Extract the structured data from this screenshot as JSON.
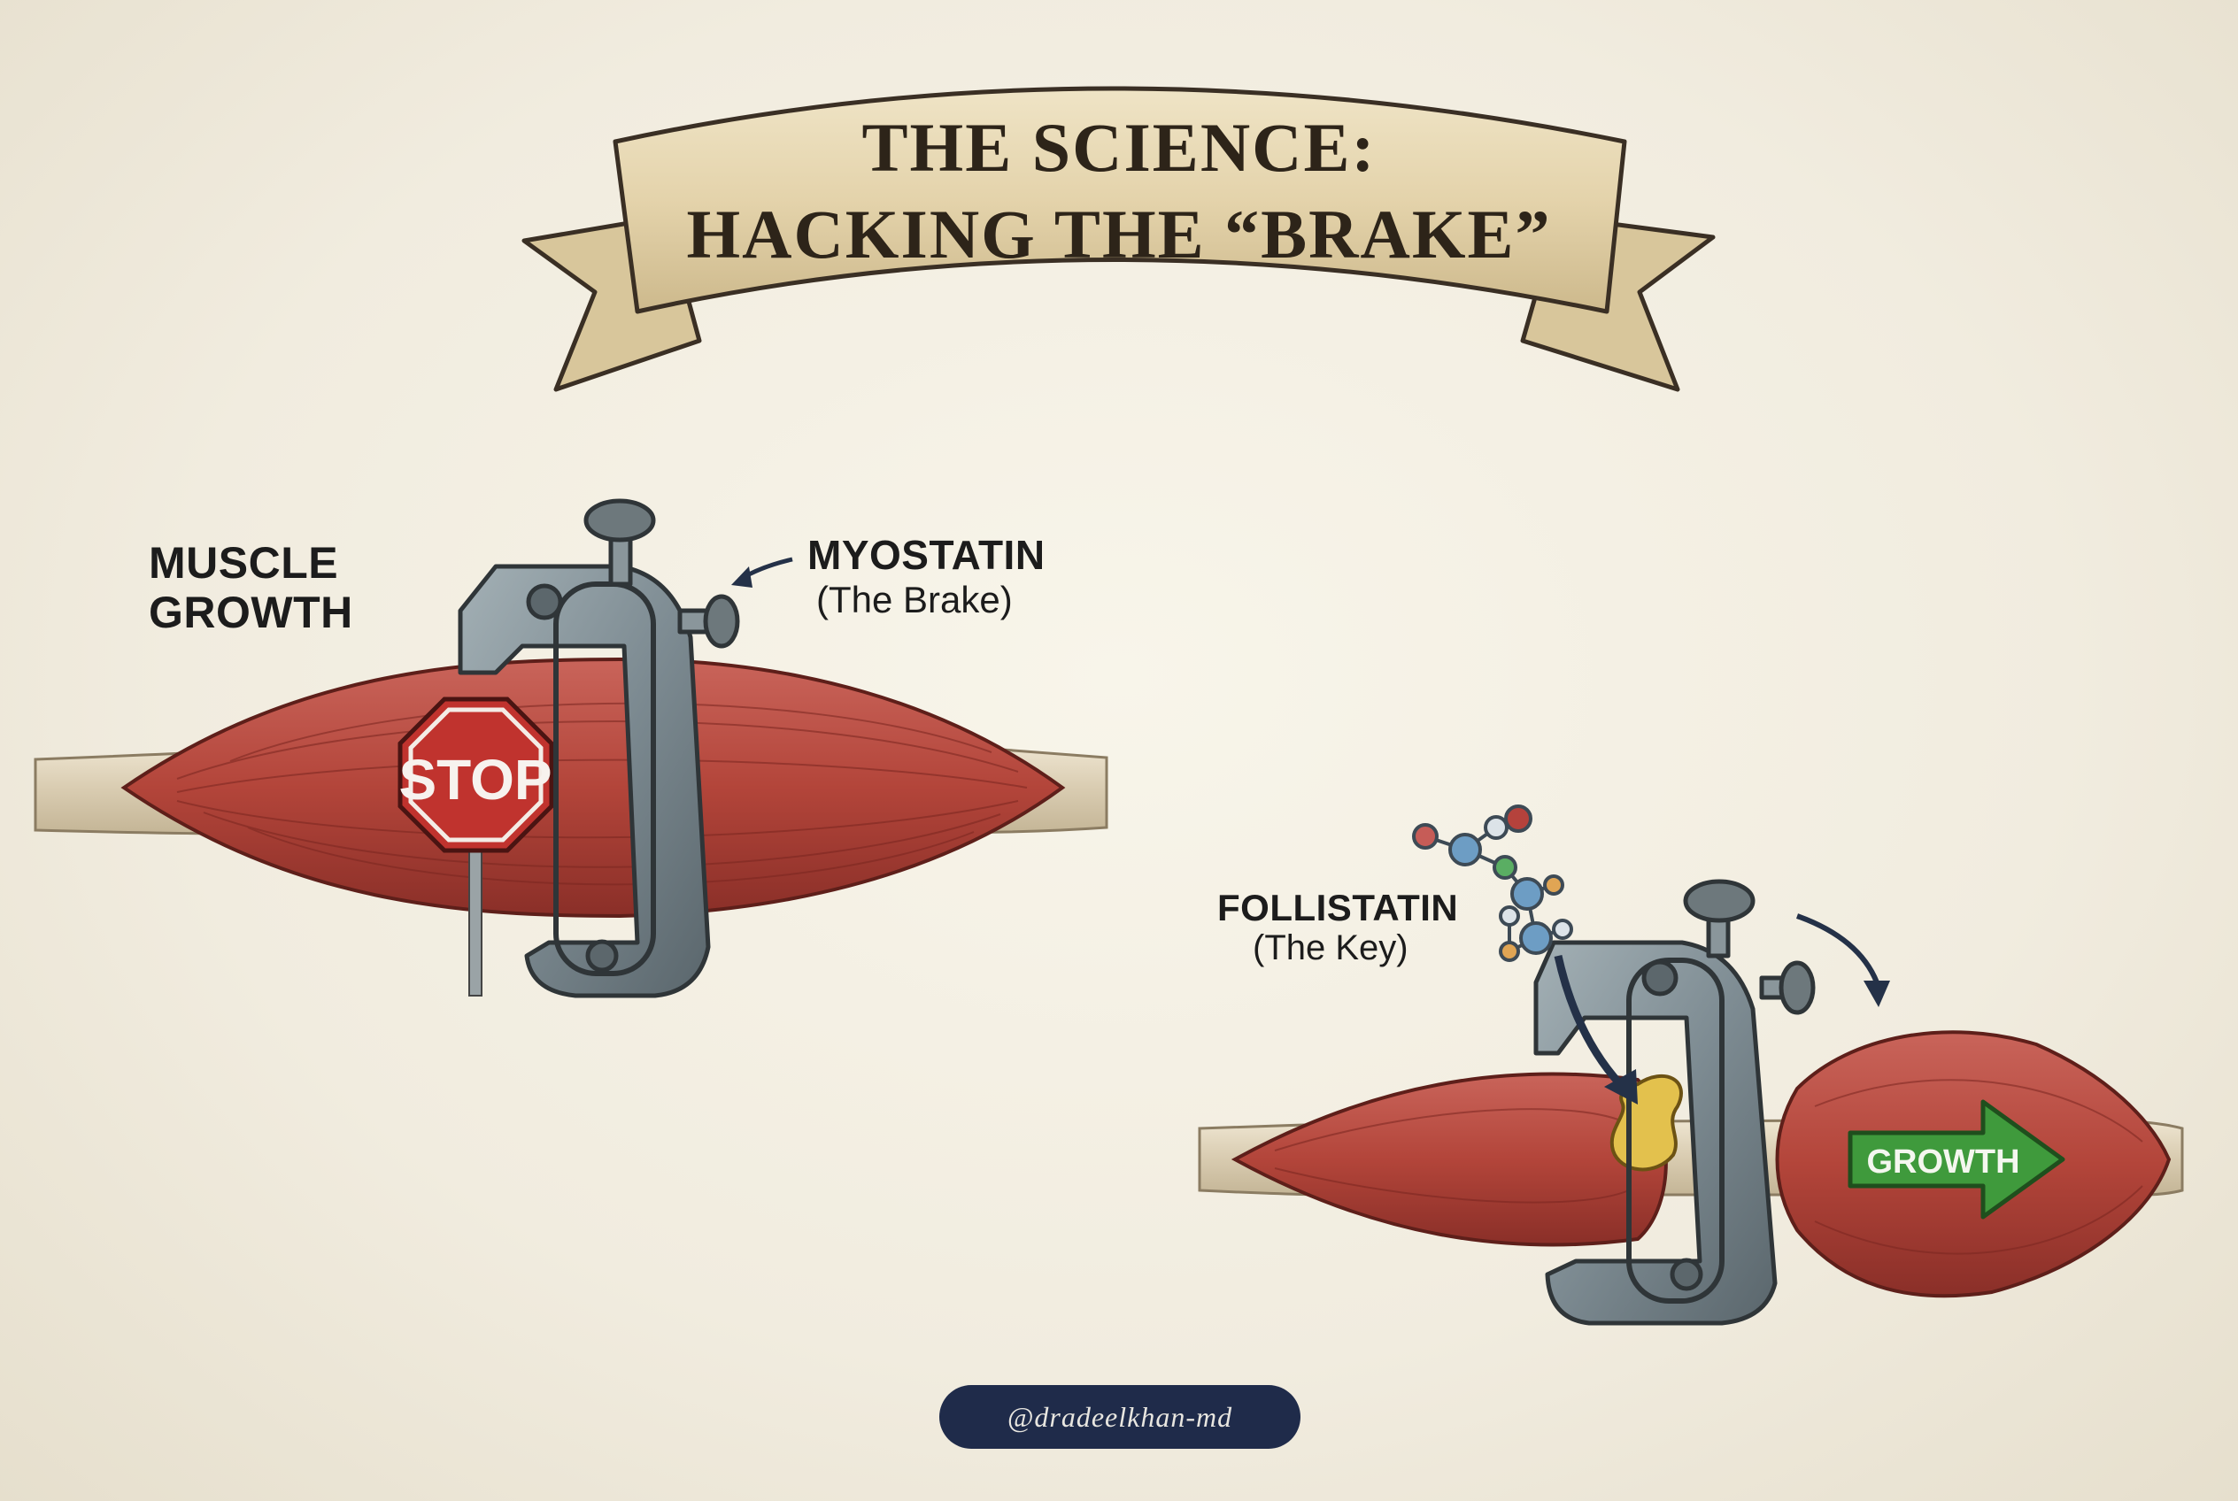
{
  "title": {
    "line1": "THE SCIENCE:",
    "line2": "HACKING THE “BRAKE”"
  },
  "left_panel": {
    "heading_line1": "MUSCLE",
    "heading_line2": "GROWTH",
    "brake_label": "MYOSTATIN",
    "brake_sub": "(The Brake)",
    "stop_sign": "STOP"
  },
  "right_panel": {
    "key_label": "FOLLISTATIN",
    "key_sub": "(The Key)",
    "growth_arrow": "GROWTH"
  },
  "footer": {
    "handle": "@dradeelkhan-md"
  },
  "colors": {
    "paper": "#f1ece0",
    "muscle": "#b3453a",
    "clamp": "#7d8b92",
    "stop_sign": "#c0332e",
    "growth_arrow": "#3f9a3c",
    "handle_pill": "#1f2b4a",
    "ribbon": "#e6d7b4"
  }
}
